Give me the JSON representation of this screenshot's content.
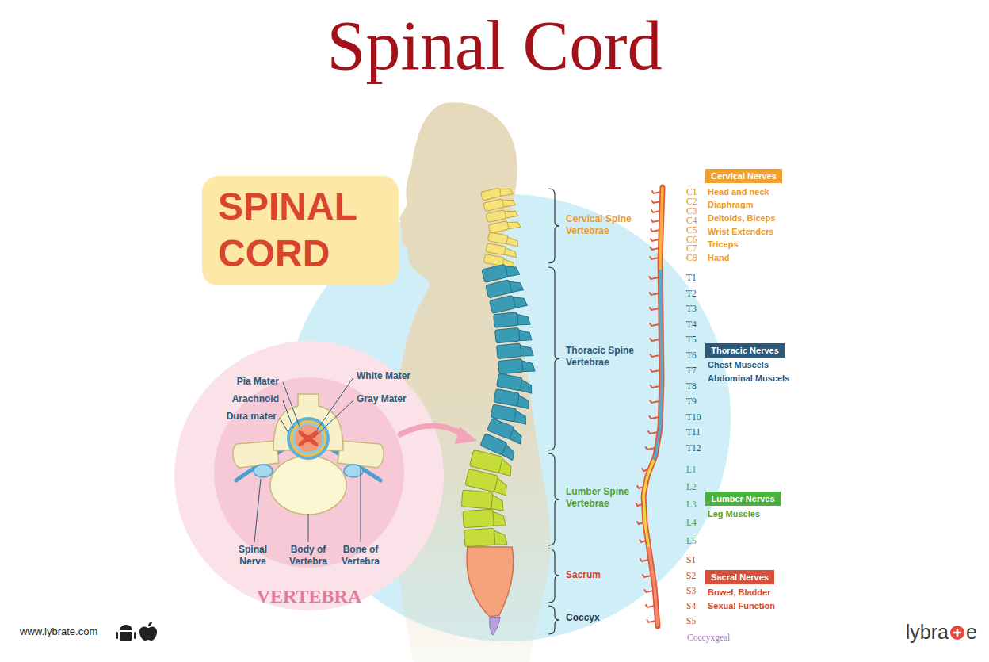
{
  "diagram": {
    "title": "Spinal Cord",
    "nodes": [
      {
        "text": [
          "SPINAL CORD"
        ]
      },
      {
        "text": [
          "Cervical Nerves"
        ]
      },
      {
        "text": [
          "Thoracic Nerves"
        ]
      },
      {
        "text": [
          "Lumber Nerves"
        ]
      },
      {
        "text": [
          "Sacral Nerves"
        ]
      }
    ],
    "labels": [
      "Pia Mater",
      "Arachnoid",
      "Dura mater",
      "White Mater",
      "Gray Mater",
      "Spinal Nerve",
      "Body of Vertebra",
      "Bone of Vertebra",
      "VERTEBRA",
      "Cervical Spine Vertebrae",
      "Thoracic Spine Vertebrae",
      "Lumber Spine Vertebrae",
      "Sacrum",
      "Coccyx",
      "C1",
      "C2",
      "C3",
      "C4",
      "C5",
      "C6",
      "C7",
      "C8",
      "Head and neck",
      "Diaphragm",
      "Deltoids, Biceps",
      "Wrist Extenders",
      "Triceps",
      "Hand",
      "T1",
      "T2",
      "T3",
      "T4",
      "T5",
      "T6",
      "T7",
      "T8",
      "T9",
      "T10",
      "T11",
      "T12",
      "Chest Muscels",
      "Abdominal Muscels",
      "L1",
      "L2",
      "L3",
      "L4",
      "L5",
      "Leg Muscles",
      "S1",
      "S2",
      "S3",
      "S4",
      "S5",
      "Bowel, Bladder",
      "Sexual Function",
      "Coccyxgeal",
      "www.lybrate.com",
      "lybra",
      "e"
    ]
  }
}
